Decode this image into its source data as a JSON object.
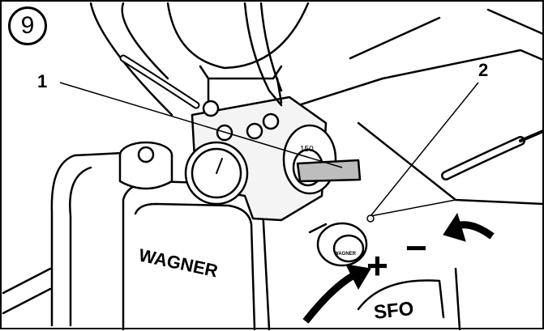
{
  "figure": {
    "number": "9",
    "callouts": [
      {
        "label": "1"
      },
      {
        "label": "2"
      }
    ],
    "brand_text": "WAGNER",
    "knob_brand_text": "WAGNER",
    "gauge_text": "150",
    "symbols": {
      "plus": "+",
      "minus": "−"
    },
    "partial_panel_text": "SFO"
  },
  "colors": {
    "line": "#000000",
    "background": "#ffffff",
    "shade": "#d9d9d9"
  }
}
